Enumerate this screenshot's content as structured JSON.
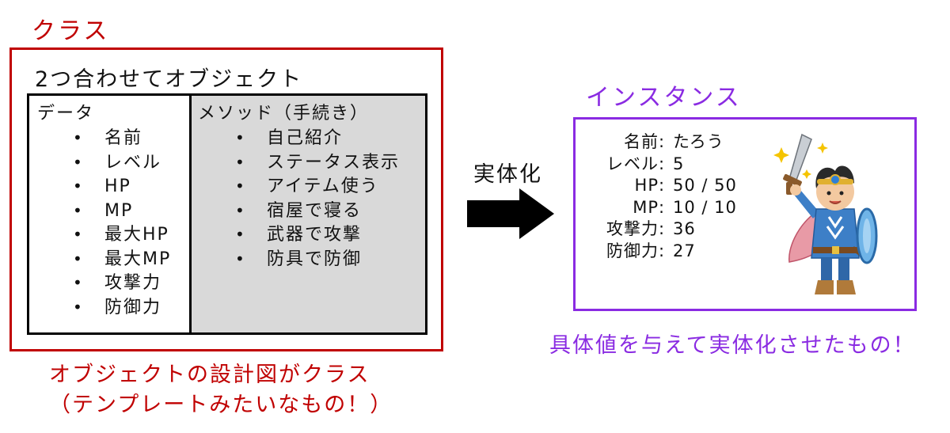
{
  "colors": {
    "class_red": "#c00000",
    "instance_purple": "#8a2be2",
    "method_gray": "#d9d9d9",
    "arrow_black": "#000000"
  },
  "class_section": {
    "heading": "クラス",
    "combine_label": "2つ合わせてオブジェクト",
    "data_column": {
      "title": "データ",
      "items": [
        "名前",
        "レベル",
        "HP",
        "MP",
        "最大HP",
        "最大MP",
        "攻撃力",
        "防御力"
      ]
    },
    "method_column": {
      "title": "メソッド（手続き）",
      "items": [
        "自己紹介",
        "ステータス表示",
        "アイテム使う",
        "宿屋で寝る",
        "武器で攻撃",
        "防具で防御"
      ]
    },
    "bullet": "•",
    "caption_line1": "オブジェクトの設計図がクラス",
    "caption_line2": "（テンプレートみたいなもの！）"
  },
  "arrow": {
    "label": "実体化",
    "icon": "right-arrow-icon"
  },
  "instance_section": {
    "heading": "インスタンス",
    "colon": ":",
    "stats": [
      {
        "label": "名前",
        "value": "たろう"
      },
      {
        "label": "レベル",
        "value": "5"
      },
      {
        "label": "HP",
        "value": "50 / 50"
      },
      {
        "label": "MP",
        "value": "10 / 10"
      },
      {
        "label": "攻撃力",
        "value": "36"
      },
      {
        "label": "防御力",
        "value": "27"
      }
    ],
    "character_icon": "hero-character-icon",
    "caption": "具体値を与えて実体化させたもの！"
  }
}
